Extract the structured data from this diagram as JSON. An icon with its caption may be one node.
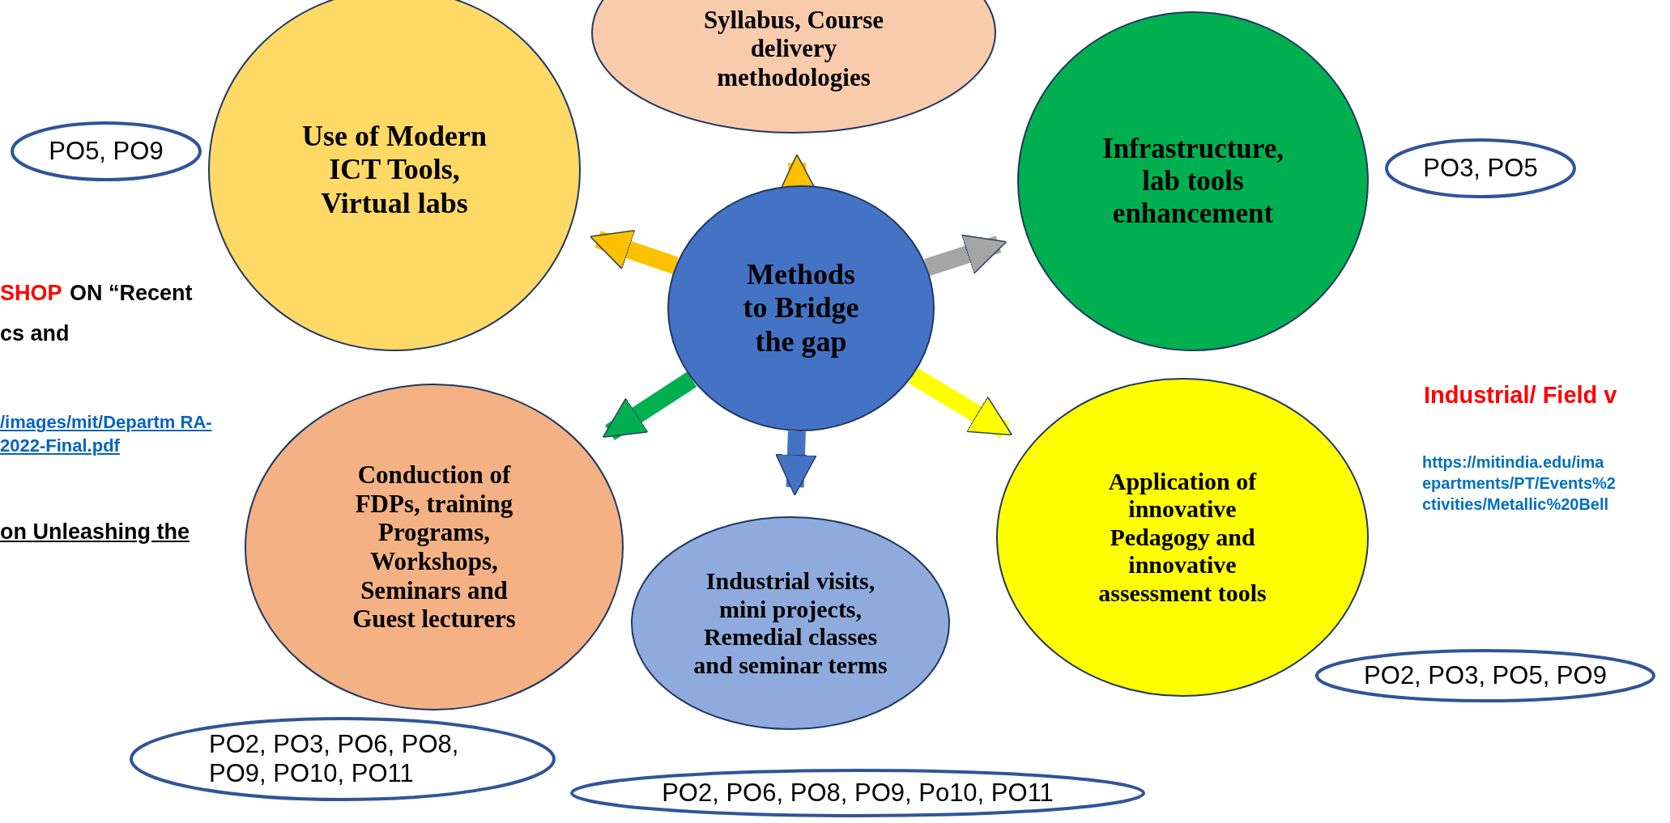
{
  "diagram": {
    "nodes": [
      {
        "text": [
          "Methods to Bridge the gap"
        ]
      },
      {
        "text": [
          "Syllabus, Course delivery methodologies"
        ]
      },
      {
        "text": [
          "Use of Modern ICT Tools, Virtual labs"
        ]
      },
      {
        "text": [
          "Infrastructure, lab tools enhancement"
        ]
      },
      {
        "text": [
          "Conduction of FDPs, training Programs, Workshops, Seminars and Guest lecturers"
        ]
      },
      {
        "text": [
          "Industrial visits, mini projects, Remedial classes and seminar terms"
        ]
      },
      {
        "text": [
          "Application of innovative Pedagogy and innovative assessment tools"
        ]
      },
      {
        "text": [
          "PO5, PO9"
        ]
      },
      {
        "text": [
          "PO3, PO5"
        ]
      },
      {
        "text": [
          "PO2, PO3, PO6, PO8, PO9, PO10, PO11"
        ]
      },
      {
        "text": [
          "PO2, PO6, PO8, PO9, Po10, PO11"
        ]
      },
      {
        "text": [
          "PO2, PO3, PO5, PO9"
        ]
      }
    ],
    "edges": [
      {
        "from": 0,
        "to": 1,
        "arrow": "to",
        "color": "#ffc000"
      },
      {
        "from": 0,
        "to": 2,
        "arrow": "to",
        "color": "#ffc000"
      },
      {
        "from": 0,
        "to": 3,
        "arrow": "to",
        "color": "#a5a5a5"
      },
      {
        "from": 0,
        "to": 4,
        "arrow": "to",
        "color": "#00b050"
      },
      {
        "from": 0,
        "to": 6,
        "arrow": "to",
        "color": "#ffff00"
      },
      {
        "from": 0,
        "to": 5,
        "arrow": "to",
        "color": "#4472c4"
      }
    ],
    "labels": [
      "SHOP",
      "ON “Recent",
      "cs and",
      "/images/mit/Departm RA-2022-Final.pdf",
      "on Unleashing the",
      "Industrial/ Field v",
      "https://mitindia.edu/ima epartments/PT/Events%2 ctivities/Metallic%20Bell"
    ]
  }
}
